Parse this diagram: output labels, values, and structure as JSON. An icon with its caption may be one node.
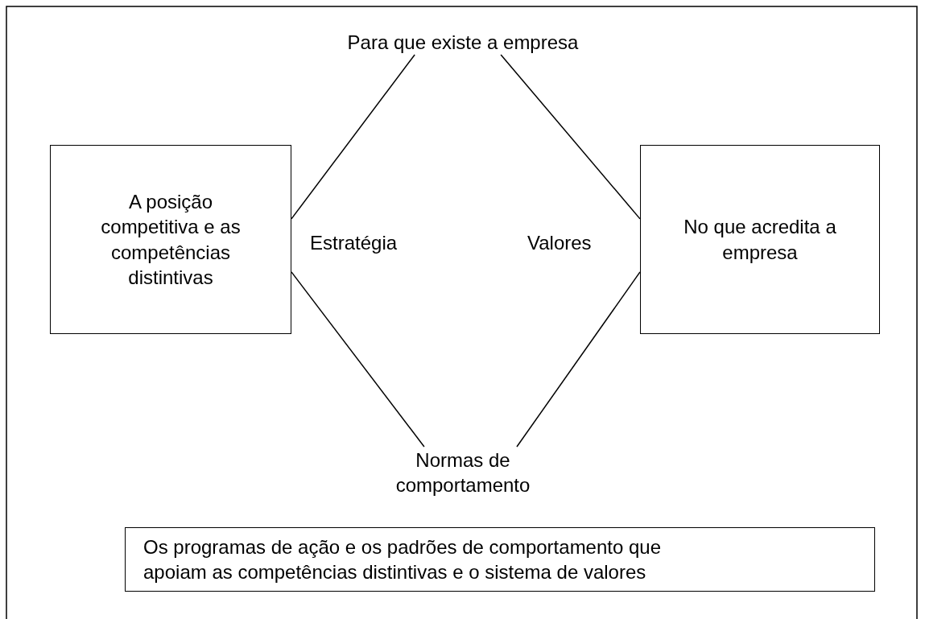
{
  "diagram": {
    "nodes": [
      {
        "text": [
          "Para que existe a empresa"
        ]
      },
      {
        "text": [
          "A posição competitiva e as competências distintivas"
        ]
      },
      {
        "text": [
          "No que acredita a empresa"
        ]
      },
      {
        "text": [
          "Normas de comportamento"
        ]
      },
      {
        "text": [
          "Os programas de ação e os padrões de comportamento que apoiam as competências distintivas e o sistema de valores"
        ]
      }
    ],
    "edges": [
      {
        "from": 0,
        "to": 1,
        "arrow": "none"
      },
      {
        "from": 0,
        "to": 2,
        "arrow": "none"
      },
      {
        "from": 1,
        "to": 3,
        "arrow": "none"
      },
      {
        "from": 2,
        "to": 3,
        "arrow": "none"
      }
    ],
    "labels": [
      "Estratégia",
      "Valores"
    ]
  }
}
